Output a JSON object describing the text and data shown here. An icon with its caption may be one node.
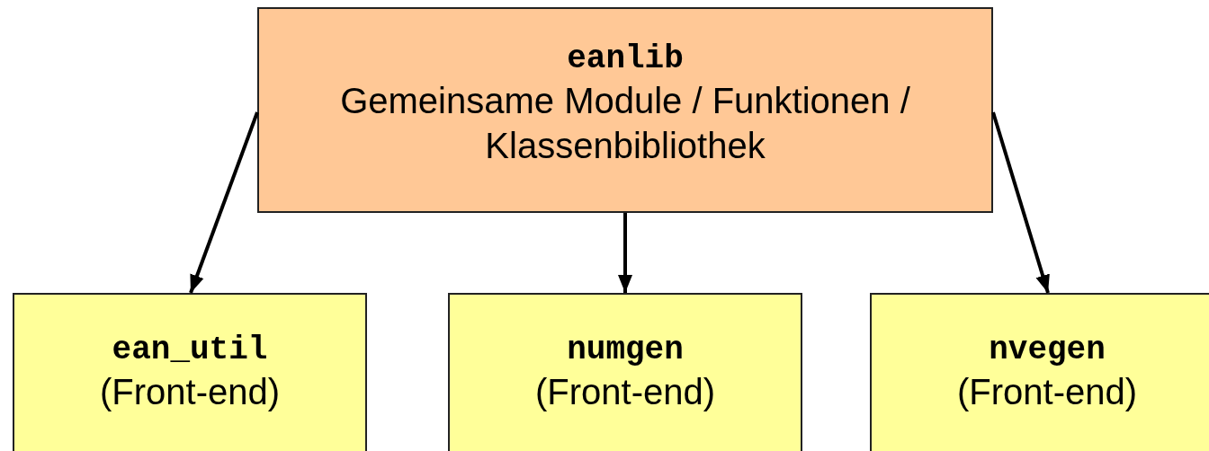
{
  "diagram": {
    "nodes": [
      {
        "text": [
          "eanlib",
          "Gemeinsame Module / Funktionen / Klassenbibliothek"
        ]
      },
      {
        "text": [
          "ean_util",
          "(Front-end)"
        ]
      },
      {
        "text": [
          "numgen",
          "(Front-end)"
        ]
      },
      {
        "text": [
          "nvegen",
          "(Front-end)"
        ]
      }
    ],
    "edges": [
      {
        "from": 0,
        "to": 1,
        "arrow": "to"
      },
      {
        "from": 0,
        "to": 2,
        "arrow": "to"
      },
      {
        "from": 0,
        "to": 3,
        "arrow": "to"
      }
    ]
  }
}
